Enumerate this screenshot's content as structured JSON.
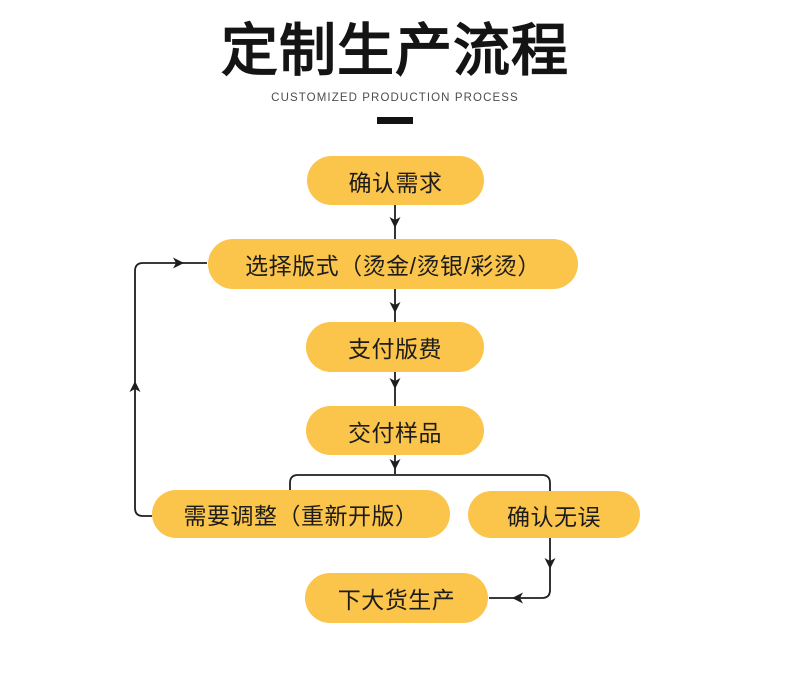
{
  "header": {
    "title": "定制生产流程",
    "subtitle": "CUSTOMIZED PRODUCTION PROCESS"
  },
  "colors": {
    "node_fill": "#FBC44A",
    "connector_line": "#1e1e1e",
    "title_text": "#141414",
    "subtitle_text": "#4d4d4d",
    "node_text": "#1c1c1c",
    "background": "#ffffff"
  },
  "flow": {
    "nodes": [
      {
        "id": "confirm-requirements",
        "label": "确认需求"
      },
      {
        "id": "select-format",
        "label": "选择版式（烫金/烫银/彩烫）"
      },
      {
        "id": "pay-plate-fee",
        "label": "支付版费"
      },
      {
        "id": "deliver-sample",
        "label": "交付样品"
      },
      {
        "id": "need-adjustment",
        "label": "需要调整（重新开版）"
      },
      {
        "id": "confirmed-correct",
        "label": "确认无误"
      },
      {
        "id": "mass-production",
        "label": "下大货生产"
      }
    ],
    "edges": [
      {
        "from": "confirm-requirements",
        "to": "select-format"
      },
      {
        "from": "select-format",
        "to": "pay-plate-fee"
      },
      {
        "from": "pay-plate-fee",
        "to": "deliver-sample"
      },
      {
        "from": "deliver-sample",
        "to": "need-adjustment"
      },
      {
        "from": "deliver-sample",
        "to": "confirmed-correct"
      },
      {
        "from": "need-adjustment",
        "to": "select-format"
      },
      {
        "from": "confirmed-correct",
        "to": "mass-production"
      }
    ]
  }
}
